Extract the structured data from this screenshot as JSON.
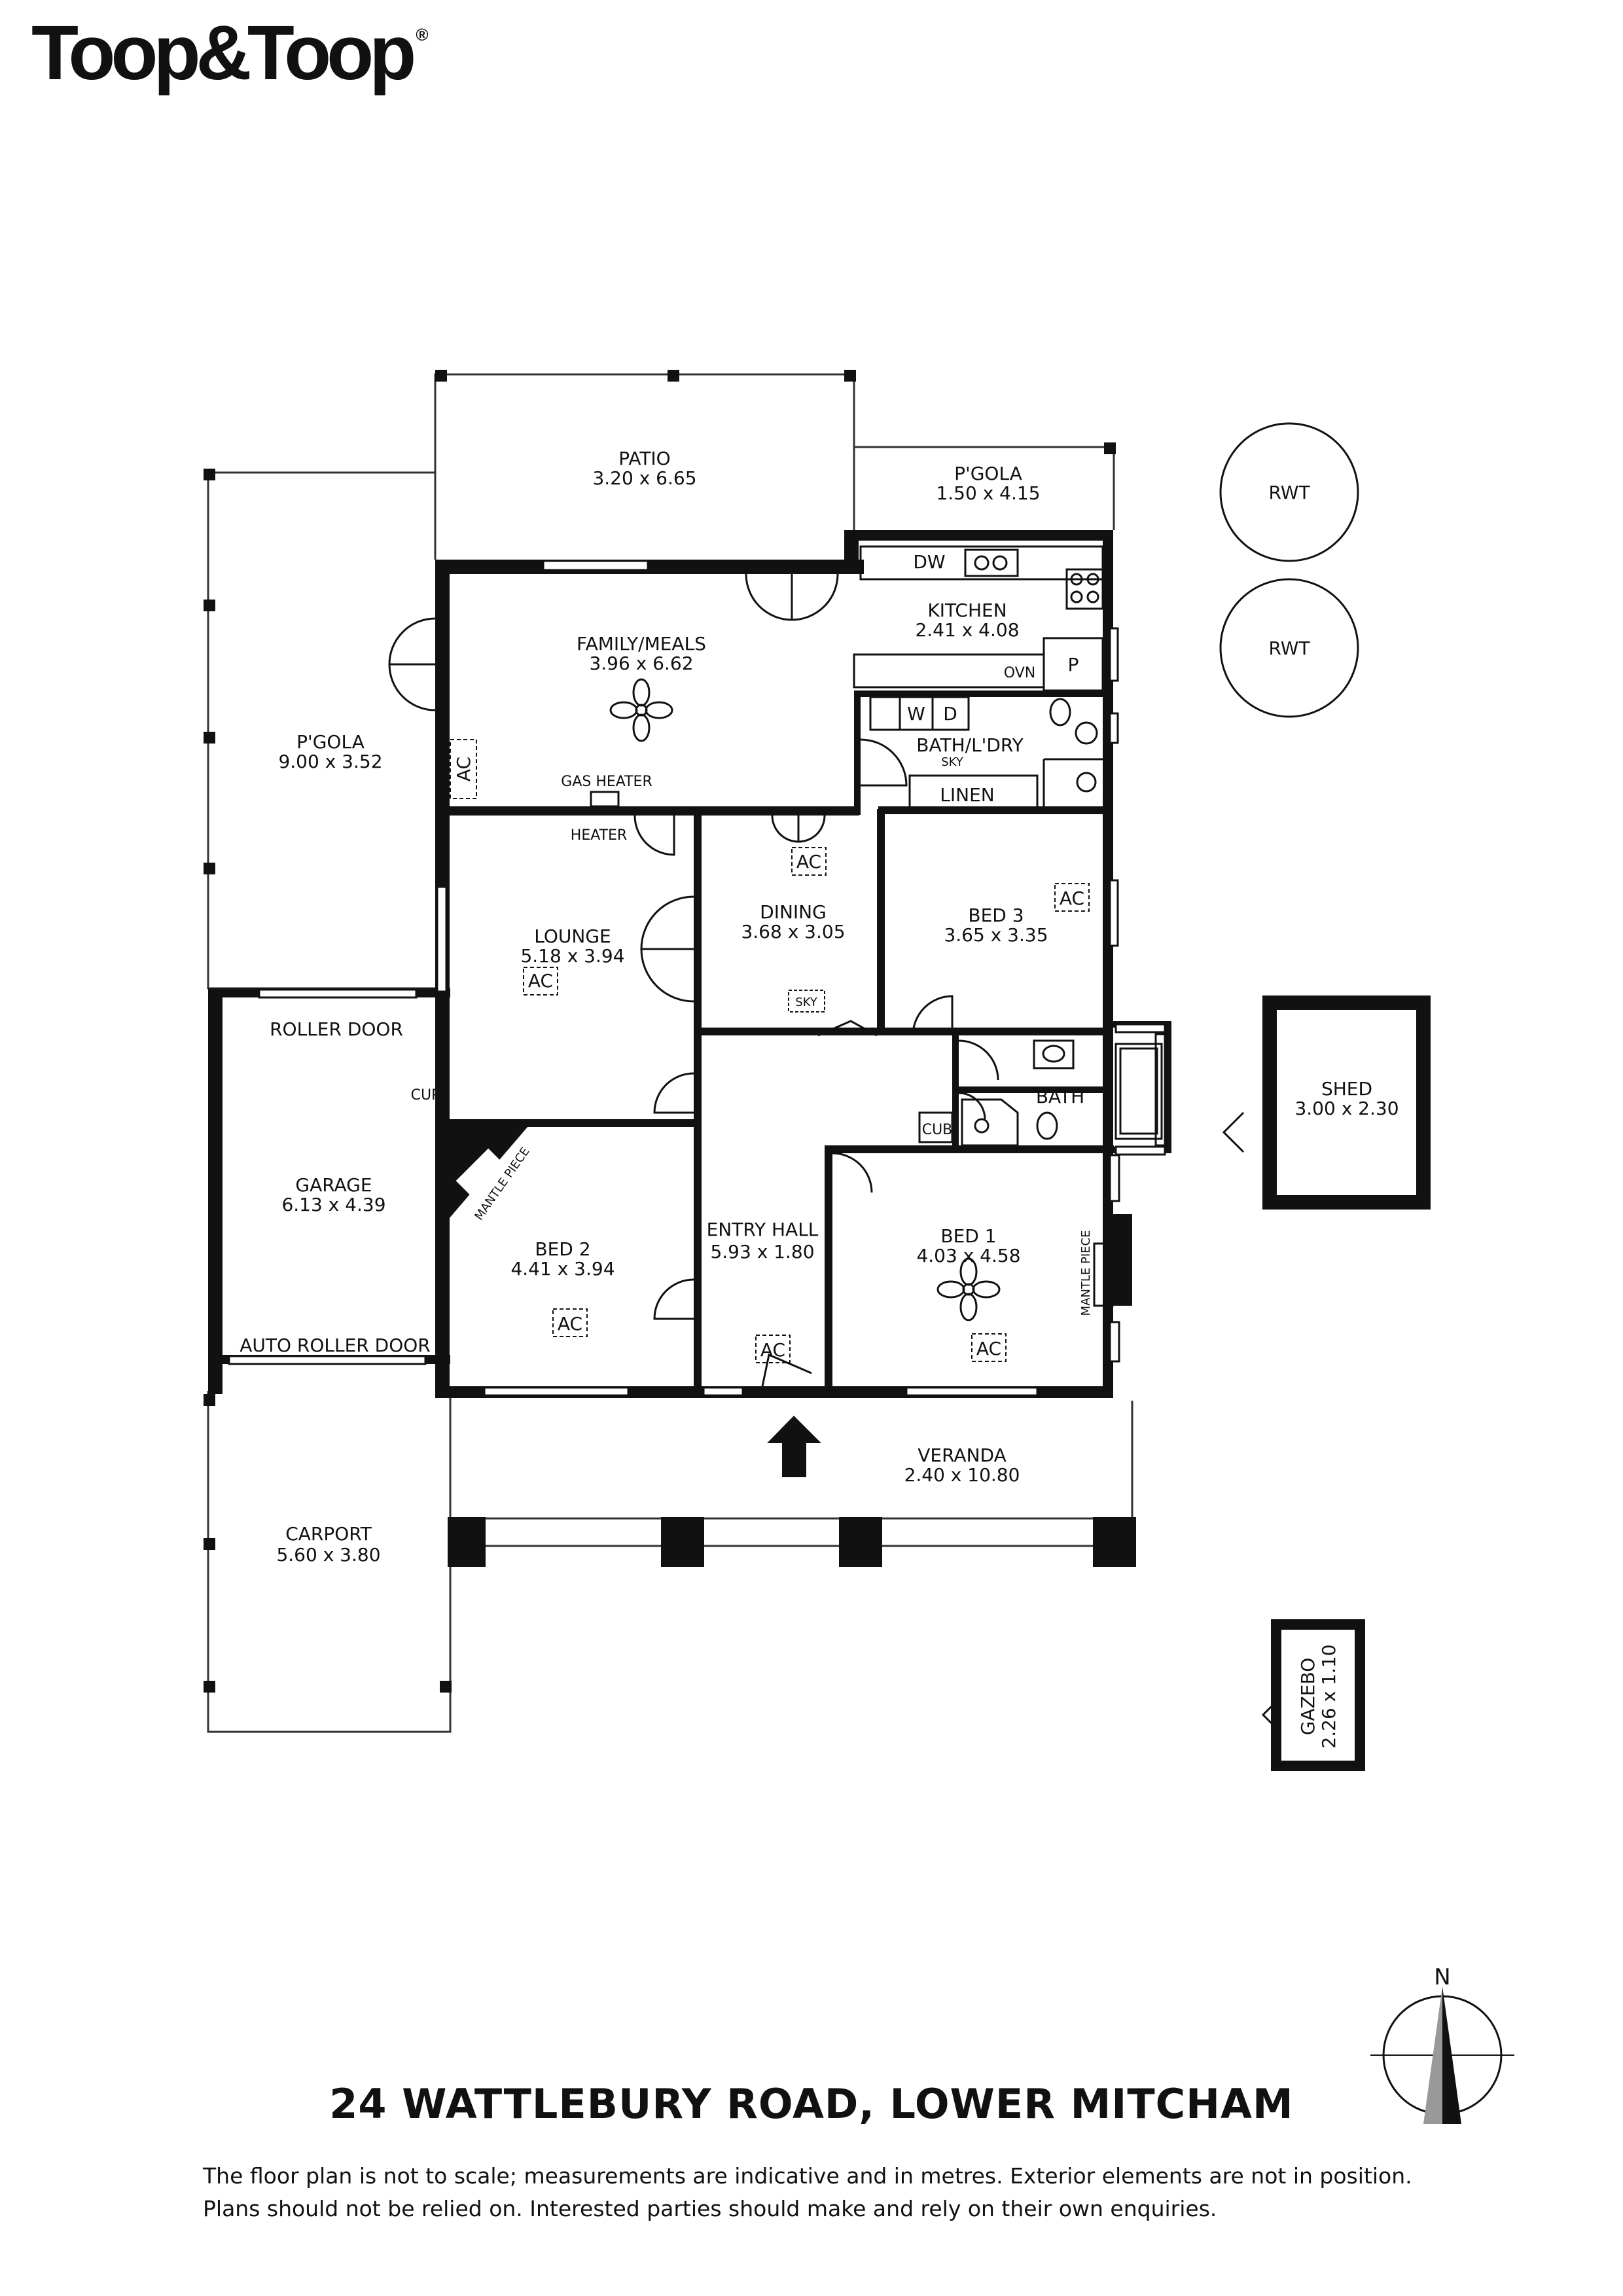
{
  "brand": {
    "logo_text": "Toop&Toop",
    "registered_mark": "®"
  },
  "address": "24 WATTLEBURY ROAD, LOWER MITCHAM",
  "disclaimer": [
    "The floor plan is not to scale; measurements are indicative and in metres. Exterior elements are not in position.",
    "Plans should not be relied on. Interested parties should make and rely on their own enquiries."
  ],
  "compass": {
    "north_label": "N"
  },
  "rooms": {
    "patio": {
      "name": "PATIO",
      "size": "3.20 x 6.65"
    },
    "pgola_back": {
      "name": "P'GOLA",
      "size": "1.50 x 4.15"
    },
    "pgola_side": {
      "name": "P'GOLA",
      "size": "9.00 x 3.52"
    },
    "kitchen": {
      "name": "KITCHEN",
      "size": "2.41 x 4.08"
    },
    "family": {
      "name": "FAMILY/MEALS",
      "size": "3.96 x 6.62"
    },
    "bath_laundry": {
      "name": "BATH/L'DRY"
    },
    "lounge": {
      "name": "LOUNGE",
      "size": "5.18 x 3.94"
    },
    "dining": {
      "name": "DINING",
      "size": "3.68 x 3.05"
    },
    "bed3": {
      "name": "BED 3",
      "size": "3.65 x 3.35"
    },
    "bath": {
      "name": "BATH"
    },
    "garage": {
      "name": "GARAGE",
      "size": "6.13 x 4.39"
    },
    "bed2": {
      "name": "BED 2",
      "size": "4.41 x 3.94"
    },
    "entry_hall": {
      "name": "ENTRY HALL",
      "size": "5.93 x 1.80"
    },
    "bed1": {
      "name": "BED 1",
      "size": "4.03 x 4.58"
    },
    "veranda": {
      "name": "VERANDA",
      "size": "2.40 x 10.80"
    },
    "carport": {
      "name": "CARPORT",
      "size": "5.60 x 3.80"
    },
    "shed": {
      "name": "SHED",
      "size": "3.00 x 2.30"
    },
    "gazebo": {
      "name": "GAZEBO",
      "size": "2.26 x 1.10"
    }
  },
  "fixtures": {
    "rwt": "RWT",
    "dw": "DW",
    "ovn": "OVN",
    "pantry": "P",
    "washer": "W",
    "dryer": "D",
    "sky": "SKY",
    "linen": "LINEN",
    "ac": "AC",
    "gas_heater": "GAS HEATER",
    "heater": "HEATER",
    "roller_door": "ROLLER DOOR",
    "auto_roller_door": "AUTO ROLLER DOOR",
    "cup": "CUP",
    "cub": "CUB",
    "mantle_piece": "MANTLE PIECE"
  },
  "colors": {
    "wall": "#111111",
    "line": "#222222",
    "window_fill": "#ffffff",
    "compass_grey": "#999999"
  }
}
